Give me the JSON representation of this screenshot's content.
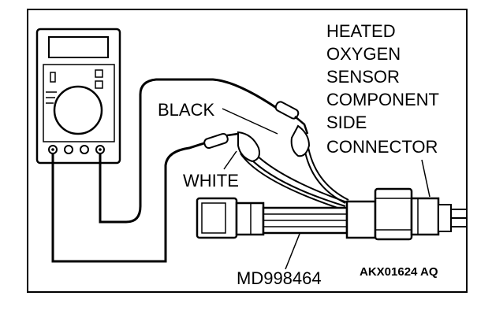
{
  "labels": {
    "sensor_line1": "HEATED",
    "sensor_line2": "OXYGEN",
    "sensor_line3": "SENSOR",
    "sensor_line4": "COMPONENT",
    "sensor_line5": "SIDE",
    "sensor_line6": "CONNECTOR",
    "black_lead": "BLACK",
    "white_lead": "WHITE",
    "tool_part_number": "MD998464",
    "figure_code": "AKX01624 AQ"
  },
  "colors": {
    "ink": "#000000",
    "paper": "#ffffff"
  }
}
